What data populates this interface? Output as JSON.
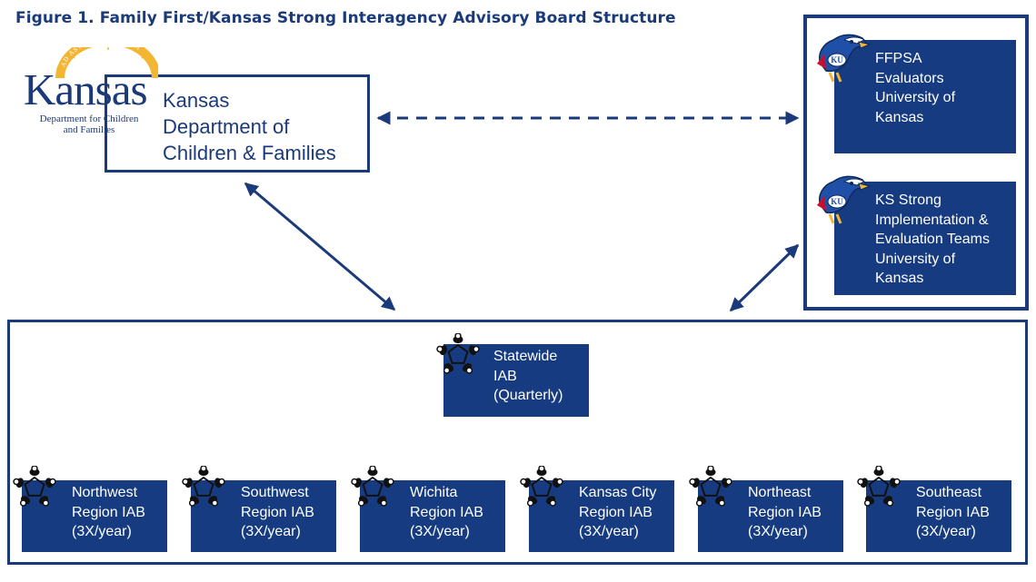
{
  "title": "Figure 1. Family First/Kansas Strong Interagency Advisory Board Structure",
  "dcf": {
    "logo_arc_text": "AD ASTRA PER ASPERA",
    "logo_word": "Kansas",
    "logo_sub_1": "Department for Children",
    "logo_sub_2": "and Families",
    "line1": "Kansas",
    "line2": "Department of",
    "line3": "Children & Families"
  },
  "ku": {
    "logo_text": "KU",
    "box1": {
      "line1": "FFPSA",
      "line2": "Evaluators",
      "line3": "University of",
      "line4": "Kansas"
    },
    "box2": {
      "line1": "KS Strong",
      "line2": "Implementation &",
      "line3": "Evaluation Teams",
      "line4": "University of",
      "line5": "Kansas"
    }
  },
  "statewide": {
    "line1": "Statewide",
    "line2": "IAB",
    "line3": "(Quarterly)"
  },
  "regions": [
    {
      "line1": "Northwest",
      "line2": "Region IAB",
      "line3": "(3X/year)"
    },
    {
      "line1": "Southwest",
      "line2": "Region IAB",
      "line3": "(3X/year)"
    },
    {
      "line1": "Wichita",
      "line2": "Region IAB",
      "line3": "(3X/year)"
    },
    {
      "line1": "Kansas City",
      "line2": "Region IAB",
      "line3": "(3X/year)"
    },
    {
      "line1": "Northeast",
      "line2": "Region IAB",
      "line3": "(3X/year)"
    },
    {
      "line1": "Southeast",
      "line2": "Region IAB",
      "line3": "(3X/year)"
    }
  ],
  "colors": {
    "navy": "#163b80",
    "frame": "#1b3a7a",
    "gold": "#f2b632"
  },
  "icons": {
    "ku": "jayhawk-icon",
    "iab": "roundtable-people-icon"
  }
}
